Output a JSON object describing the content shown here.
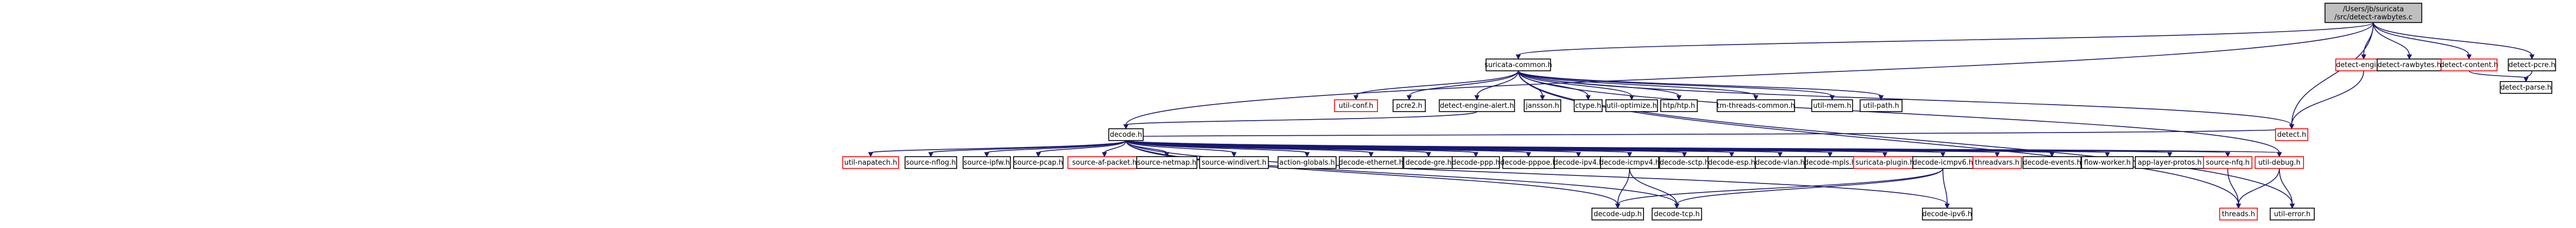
{
  "graph": {
    "root": {
      "line1": "/Users/jb/suricata",
      "line2": "/src/detect-rawbytes.c"
    },
    "nodes": {
      "suricata_common": {
        "label": "suricata-common.h",
        "color": "black"
      },
      "detect_engine": {
        "label": "detect-engine.h",
        "color": "red"
      },
      "detect_rawbytes": {
        "label": "detect-rawbytes.h",
        "color": "black"
      },
      "detect_content": {
        "label": "detect-content.h",
        "color": "red"
      },
      "detect_pcre": {
        "label": "detect-pcre.h",
        "color": "black"
      },
      "detect_parse": {
        "label": "detect-parse.h",
        "color": "black"
      },
      "detect": {
        "label": "detect.h",
        "color": "red"
      },
      "util_conf": {
        "label": "util-conf.h",
        "color": "red"
      },
      "pcre2": {
        "label": "pcre2.h",
        "color": "black"
      },
      "detect_engine_alert": {
        "label": "detect-engine-alert.h",
        "color": "black"
      },
      "jansson": {
        "label": "jansson.h",
        "color": "black"
      },
      "ctype": {
        "label": "ctype.h",
        "color": "black"
      },
      "util_optimize": {
        "label": "util-optimize.h",
        "color": "black"
      },
      "htp": {
        "label": "htp/htp.h",
        "color": "black"
      },
      "tm_threads_common": {
        "label": "tm-threads-common.h",
        "color": "black"
      },
      "util_mem": {
        "label": "util-mem.h",
        "color": "black"
      },
      "util_path": {
        "label": "util-path.h",
        "color": "black"
      },
      "decode": {
        "label": "decode.h",
        "color": "black"
      },
      "util_napatech": {
        "label": "util-napatech.h",
        "color": "red"
      },
      "source_nflog": {
        "label": "source-nflog.h",
        "color": "black"
      },
      "source_ipfw": {
        "label": "source-ipfw.h",
        "color": "black"
      },
      "source_pcap": {
        "label": "source-pcap.h",
        "color": "black"
      },
      "source_af_packet": {
        "label": "source-af-packet.h",
        "color": "red"
      },
      "source_netmap": {
        "label": "source-netmap.h",
        "color": "black"
      },
      "source_windivert": {
        "label": "source-windivert.h",
        "color": "black"
      },
      "action_globals": {
        "label": "action-globals.h",
        "color": "black"
      },
      "decode_ethernet": {
        "label": "decode-ethernet.h",
        "color": "black"
      },
      "decode_gre": {
        "label": "decode-gre.h",
        "color": "black"
      },
      "decode_ppp": {
        "label": "decode-ppp.h",
        "color": "black"
      },
      "decode_pppoe": {
        "label": "decode-pppoe.h",
        "color": "black"
      },
      "decode_ipv4": {
        "label": "decode-ipv4.h",
        "color": "black"
      },
      "decode_icmpv4": {
        "label": "decode-icmpv4.h",
        "color": "black"
      },
      "decode_sctp": {
        "label": "decode-sctp.h",
        "color": "black"
      },
      "decode_esp": {
        "label": "decode-esp.h",
        "color": "black"
      },
      "decode_vlan": {
        "label": "decode-vlan.h",
        "color": "black"
      },
      "decode_mpls": {
        "label": "decode-mpls.h",
        "color": "black"
      },
      "suricata_plugin": {
        "label": "suricata-plugin.h",
        "color": "red"
      },
      "decode_icmpv6": {
        "label": "decode-icmpv6.h",
        "color": "black"
      },
      "threadvars": {
        "label": "threadvars.h",
        "color": "red"
      },
      "decode_events": {
        "label": "decode-events.h",
        "color": "black"
      },
      "flow_worker": {
        "label": "flow-worker.h",
        "color": "black"
      },
      "app_layer_protos": {
        "label": "app-layer-protos.h",
        "color": "black"
      },
      "source_nfq": {
        "label": "source-nfq.h",
        "color": "red"
      },
      "util_debug": {
        "label": "util-debug.h",
        "color": "red"
      },
      "decode_udp": {
        "label": "decode-udp.h",
        "color": "black"
      },
      "decode_tcp": {
        "label": "decode-tcp.h",
        "color": "black"
      },
      "decode_ipv6": {
        "label": "decode-ipv6.h",
        "color": "black"
      },
      "threads": {
        "label": "threads.h",
        "color": "red"
      },
      "util_error": {
        "label": "util-error.h",
        "color": "black"
      }
    }
  }
}
